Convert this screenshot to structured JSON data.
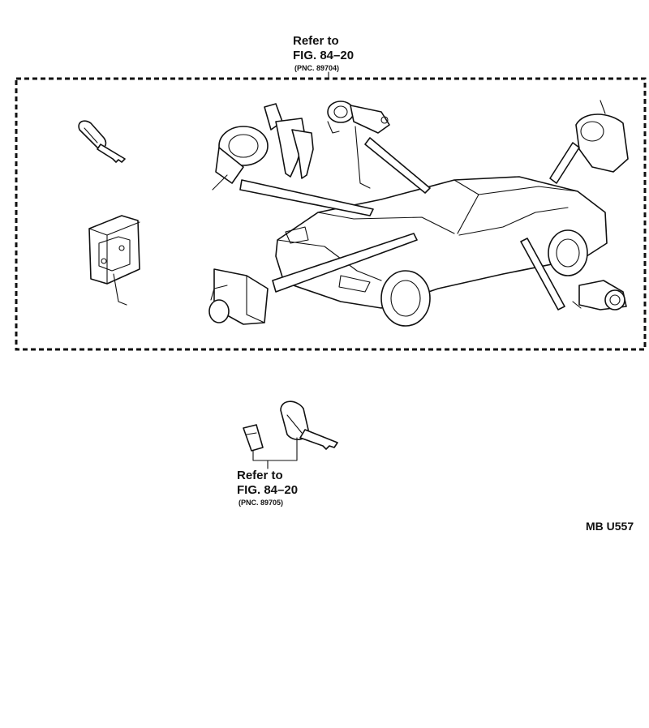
{
  "top_reference": {
    "line1": "Refer to",
    "line2": "FIG. 84–20",
    "line3": "(PNC. 89704)"
  },
  "bottom_reference": {
    "line1": "Refer to",
    "line2": "FIG. 84–20",
    "line3": "(PNC. 89705)"
  },
  "diagram_code": "MB U557",
  "icons": [
    "key-icon",
    "lock-cylinder-icon",
    "transponder-module-icon",
    "car-icon",
    "leader-arrow-icon"
  ],
  "colors": {
    "ink": "#111111",
    "paper": "#ffffff"
  }
}
